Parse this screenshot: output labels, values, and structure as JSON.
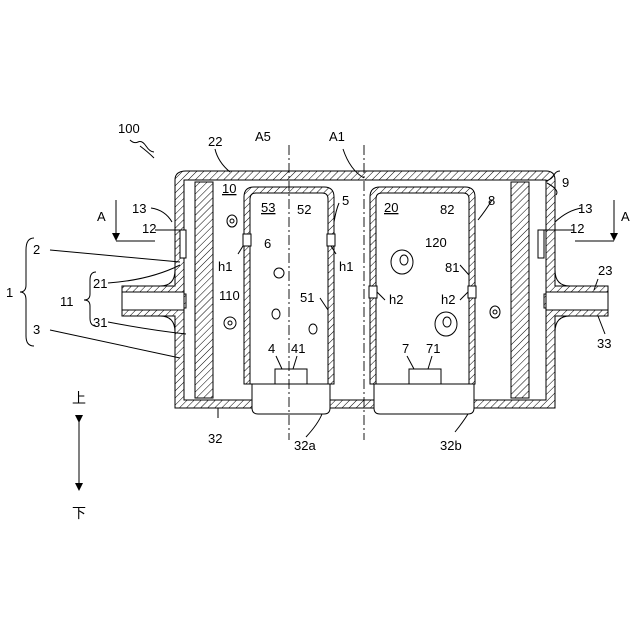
{
  "labels": {
    "n100": "100",
    "n22": "22",
    "A5": "A5",
    "A1": "A1",
    "n9": "9",
    "n10": "10",
    "n53": "53",
    "n52": "52",
    "n5": "5",
    "n20": "20",
    "n82": "82",
    "n8": "8",
    "n13L": "13",
    "n13R": "13",
    "A_L": "A",
    "A_R": "A",
    "n12L": "12",
    "n12R": "12",
    "n2": "2",
    "h1L": "h1",
    "h1R": "h1",
    "n6": "6",
    "n120": "120",
    "n1": "1",
    "n21": "21",
    "n11": "11",
    "n31": "31",
    "n110": "110",
    "n51": "51",
    "h2L": "h2",
    "h2R": "h2",
    "n81": "81",
    "n23": "23",
    "n33": "33",
    "n3": "3",
    "n4": "4",
    "n41": "41",
    "n7": "7",
    "n71": "71",
    "n32": "32",
    "n32a": "32a",
    "n32b": "32b",
    "up": "上",
    "down": "下"
  }
}
